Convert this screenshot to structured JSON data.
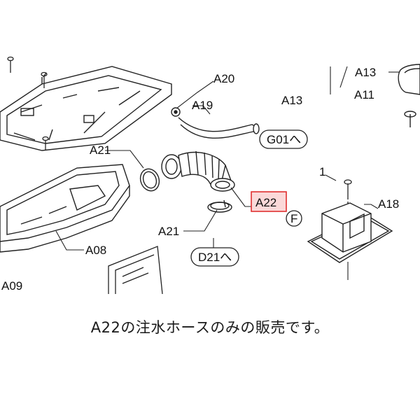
{
  "diagram": {
    "labels": {
      "a20": "A20",
      "a19": "A19",
      "a13_top": "A13",
      "a13_mid": "A13",
      "a11": "A11",
      "a21_top": "A21",
      "a21_bottom": "A21",
      "a22": "A22",
      "a18": "A18",
      "a08": "A08",
      "a09": "A09",
      "screw_1": "1",
      "g01": "G01へ",
      "d21": "D21へ",
      "f_marker": "F"
    },
    "highlight_color": "#e03030",
    "highlight_fill": "#fbd9d9"
  },
  "caption": "A22の注水ホースのみの販売です。"
}
